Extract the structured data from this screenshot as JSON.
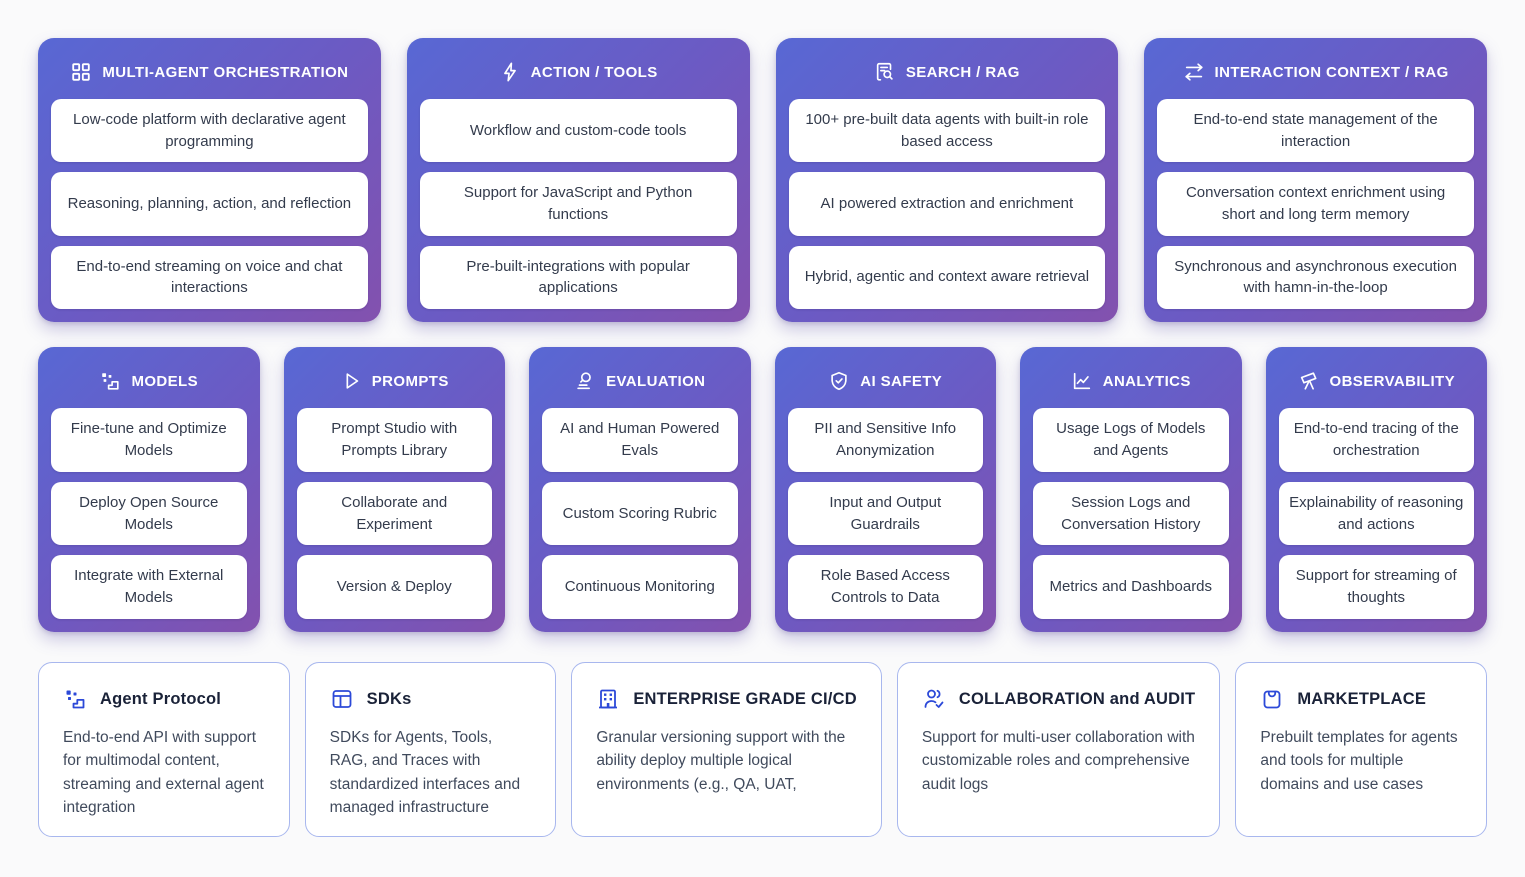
{
  "palette": {
    "card_gradient_start": "#5868d4",
    "card_gradient_end": "#8351ae",
    "pill_background": "#ffffff",
    "pill_text": "#333b4c",
    "header_text": "#ffffff",
    "bottom_card_border": "#a8b7ee",
    "bottom_icon_blue": "#2c49d8",
    "bottom_title_text": "#1a2238",
    "bottom_body_text": "#404a5c",
    "page_background": "#fafafb"
  },
  "row1": [
    {
      "title": "MULTI-AGENT ORCHESTRATION",
      "icon": "grid-icon",
      "items": [
        "Low-code platform with declarative agent programming",
        "Reasoning, planning, action, and reflection",
        "End-to-end streaming on voice and chat interactions"
      ]
    },
    {
      "title": "ACTION / TOOLS",
      "icon": "bolt-icon",
      "items": [
        "Workflow and custom-code tools",
        "Support for JavaScript and Python functions",
        "Pre-built-integrations with popular applications"
      ]
    },
    {
      "title": "SEARCH / RAG",
      "icon": "document-search-icon",
      "items": [
        "100+ pre-built data agents with built-in role based access",
        "AI powered extraction and enrichment",
        "Hybrid, agentic and context aware retrieval"
      ]
    },
    {
      "title": "INTERACTION CONTEXT / RAG",
      "icon": "swap-arrows-icon",
      "items": [
        "End-to-end state management of the interaction",
        "Conversation context enrichment using short and long term memory",
        "Synchronous and asynchronous execution with hamn-in-the-loop"
      ]
    }
  ],
  "row2": [
    {
      "title": "MODELS",
      "icon": "blocks-icon",
      "items": [
        "Fine-tune and Optimize Models",
        "Deploy Open Source Models",
        "Integrate with External Models"
      ]
    },
    {
      "title": "PROMPTS",
      "icon": "play-icon",
      "items": [
        "Prompt Studio with Prompts Library",
        "Collaborate and Experiment",
        "Version & Deploy"
      ]
    },
    {
      "title": "EVALUATION",
      "icon": "microscope-icon",
      "items": [
        "AI and Human Powered Evals",
        "Custom Scoring Rubric",
        "Continuous Monitoring"
      ]
    },
    {
      "title": "AI SAFETY",
      "icon": "shield-check-icon",
      "items": [
        "PII and Sensitive Info Anonymization",
        "Input and Output Guardrails",
        "Role Based Access Controls to Data"
      ]
    },
    {
      "title": "ANALYTICS",
      "icon": "line-chart-icon",
      "items": [
        "Usage Logs of Models and Agents",
        "Session Logs and Conversation History",
        "Metrics and Dashboards"
      ]
    },
    {
      "title": "OBSERVABILITY",
      "icon": "telescope-icon",
      "items": [
        "End-to-end tracing of the orchestration",
        "Explainability of reasoning and actions",
        "Support for streaming of thoughts"
      ]
    }
  ],
  "row3": [
    {
      "title": "Agent Protocol",
      "icon": "blocks-icon",
      "body": "End-to-end API with support for multimodal content, streaming and external agent integration"
    },
    {
      "title": "SDKs",
      "icon": "window-icon",
      "body": "SDKs for Agents, Tools, RAG, and Traces with standardized interfaces and managed infrastructure"
    },
    {
      "title": "ENTERPRISE GRADE CI/CD",
      "icon": "building-icon",
      "body": "Granular versioning support with the ability deploy multiple logical environments (e.g., QA, UAT,"
    },
    {
      "title": "COLLABORATION and AUDIT",
      "icon": "users-check-icon",
      "body": "Support for multi-user collaboration with customizable roles and comprehensive audit logs"
    },
    {
      "title": "MARKETPLACE",
      "icon": "shopping-bag-icon",
      "body": "Prebuilt templates for agents and tools for multiple domains and use cases"
    }
  ]
}
